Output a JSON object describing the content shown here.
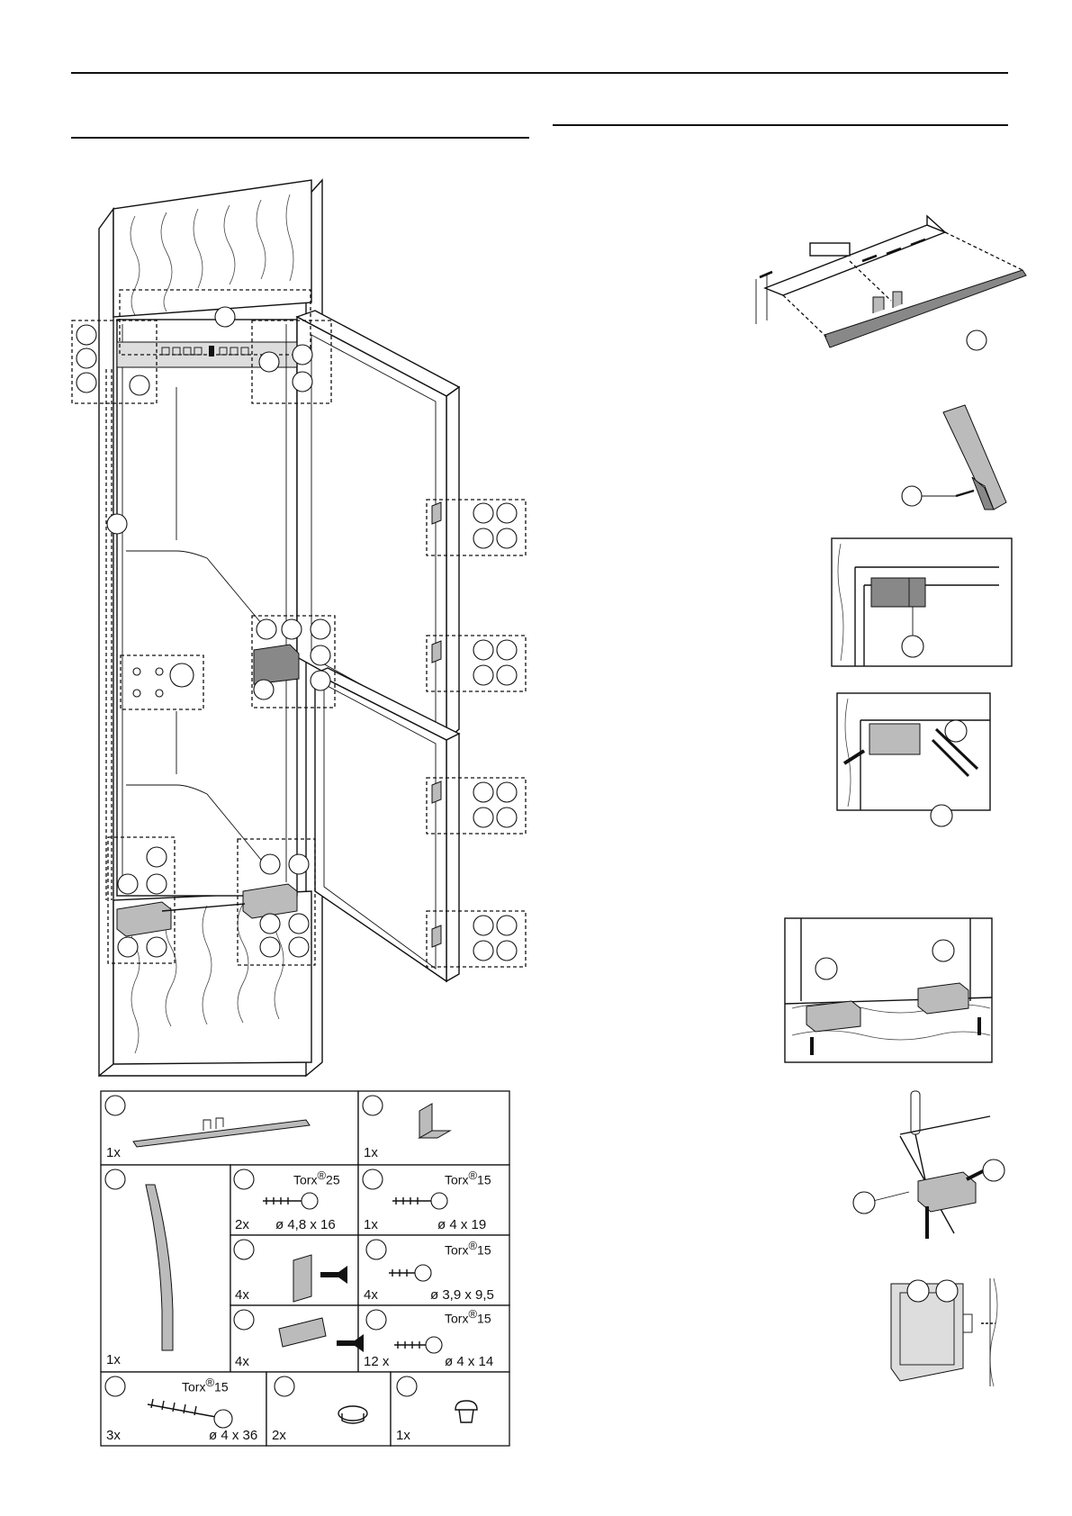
{
  "parts": [
    {
      "id": "trim-strip",
      "qty": "1x"
    },
    {
      "id": "angle-bracket",
      "qty": "1x"
    },
    {
      "id": "gasket-strip",
      "qty": "1x"
    },
    {
      "id": "screw-torx25",
      "qty": "2x",
      "torx": "Torx",
      "torx_size": "25",
      "spec": "ø 4,8 x 16"
    },
    {
      "id": "screw-torx15-a",
      "qty": "1x",
      "torx": "Torx",
      "torx_size": "15",
      "spec": "ø 4 x 19"
    },
    {
      "id": "clip",
      "qty": "4x"
    },
    {
      "id": "screw-torx15-b",
      "qty": "4x",
      "torx": "Torx",
      "torx_size": "15",
      "spec": "ø 3,9 x 9,5"
    },
    {
      "id": "plate",
      "qty": "4x"
    },
    {
      "id": "screw-torx15-c",
      "qty": "12 x",
      "torx": "Torx",
      "torx_size": "15",
      "spec": "ø 4 x 14"
    },
    {
      "id": "screw-torx15-long",
      "qty": "3x",
      "torx": "Torx",
      "torx_size": "15",
      "spec": "ø 4 x 36"
    },
    {
      "id": "cap-large",
      "qty": "2x"
    },
    {
      "id": "cap-small",
      "qty": "1x"
    }
  ],
  "symbols": {
    "registered": "®"
  }
}
